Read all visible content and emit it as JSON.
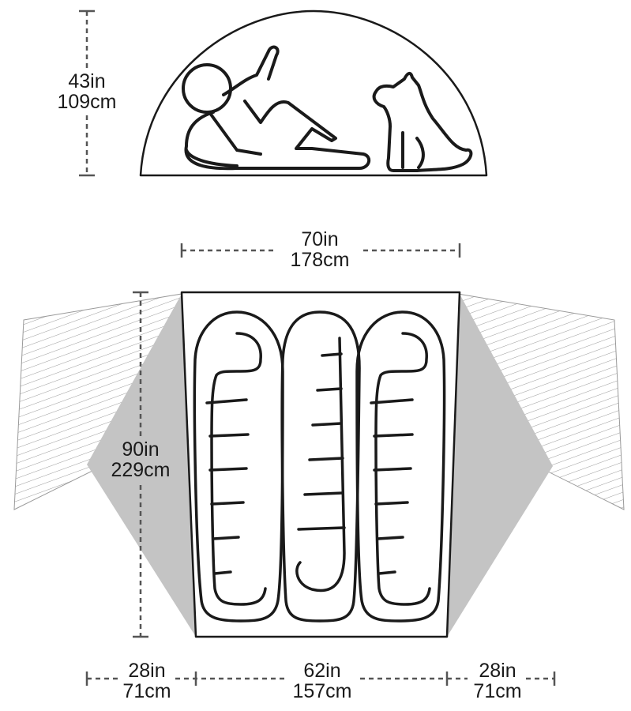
{
  "dimensions": {
    "height": {
      "imperial": "43in",
      "metric": "109cm"
    },
    "floor_width": {
      "imperial": "70in",
      "metric": "178cm"
    },
    "floor_length": {
      "imperial": "90in",
      "metric": "229cm"
    },
    "left_vestibule": {
      "imperial": "28in",
      "metric": "71cm"
    },
    "floor_center": {
      "imperial": "62in",
      "metric": "157cm"
    },
    "right_vestibule": {
      "imperial": "28in",
      "metric": "71cm"
    }
  },
  "colors": {
    "line": "#1a1a1a",
    "vestibule_fill": "#c4c4c4",
    "hatch": "#9a9a9a",
    "dim_line": "#555555"
  }
}
